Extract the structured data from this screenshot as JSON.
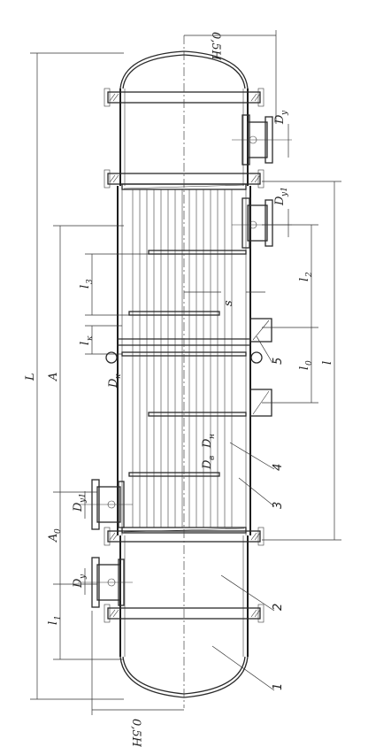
{
  "labels": {
    "overall_length": "L",
    "A": "A",
    "A0": "A",
    "A0_sub": "0",
    "l": "l",
    "l1": "l",
    "l1_sub": "1",
    "l2": "l",
    "l2_sub": "2",
    "l3": "l",
    "l3_sub": "3",
    "lk": "l",
    "lk_sub": "к",
    "l0": "l",
    "l0_sub": "0",
    "D_top": "D",
    "D_top_sub": "у",
    "D_top2": "D",
    "D_top2_sub": "у1",
    "D_left1": "D",
    "D_left1_sub": "у1",
    "D_left2": "D",
    "D_left2_sub": "у",
    "D_k": "D",
    "D_k_sub": "к",
    "D_B": "D",
    "D_B_sub": "в",
    "D_H": "D",
    "D_H_sub": "н",
    "s": "s",
    "half_h_top": "0,5Н",
    "half_h_bottom": "0,5Н"
  },
  "callouts": [
    "1",
    "2",
    "3",
    "4",
    "5"
  ]
}
